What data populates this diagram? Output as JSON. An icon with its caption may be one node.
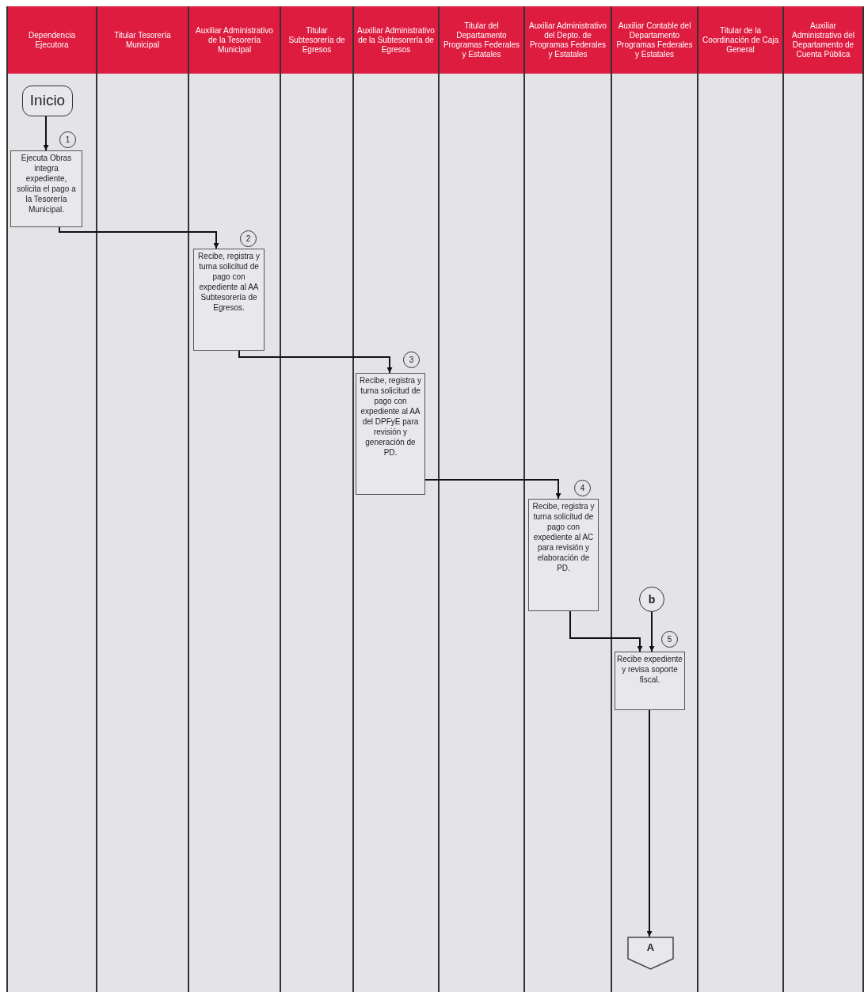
{
  "diagram": {
    "nodes": [
      {
        "text": [
          "Dependencia Ejecutora"
        ]
      },
      {
        "text": [
          "Titular Tesorería Municipal"
        ]
      },
      {
        "text": [
          "Auxiliar Administrativo de la Tesorería Municipal"
        ]
      },
      {
        "text": [
          "Titular Subtesorería de Egresos"
        ]
      },
      {
        "text": [
          "Auxiliar Administrativo de la Subtesorería de Egresos"
        ]
      },
      {
        "text": [
          "Titular del Departamento Programas Federales y Estatales"
        ]
      },
      {
        "text": [
          "Auxiliar Administrativo del Depto. de Programas Federales y Estatales"
        ]
      },
      {
        "text": [
          "Auxiliar Contable del Departamento Programas Federales y Estatales"
        ]
      },
      {
        "text": [
          "Titular de la Coordinación de Caja General"
        ]
      },
      {
        "text": [
          "Auxiliar Administrativo del Departamento de Cuenta Pública"
        ]
      },
      {
        "text": [
          "Inicio"
        ]
      },
      {
        "text": [
          "Ejecuta Obras integra expediente, solicita el pago a la Tesorería Municipal."
        ],
        "beside": [
          "1"
        ]
      },
      {
        "text": [
          "Recibe, registra y turna solicitud de pago con expediente al AA Subtesorería de Egresos."
        ],
        "beside": [
          "2"
        ]
      },
      {
        "text": [
          "Recibe, registra y turna solicitud de pago con expediente al AA del DPFyE para revisión y generación de PD."
        ],
        "beside": [
          "3"
        ]
      },
      {
        "text": [
          "Recibe, registra y turna solicitud de pago con expediente al AC para revisión y elaboración de PD."
        ],
        "beside": [
          "4"
        ]
      },
      {
        "text": [
          "b"
        ]
      },
      {
        "text": [
          "Recibe expediente y revisa soporte fiscal."
        ],
        "beside": [
          "5"
        ]
      },
      {
        "text": [
          "A"
        ]
      }
    ],
    "edges": [
      {
        "from": 10,
        "to": 11,
        "arrow": "to"
      },
      {
        "from": 11,
        "to": 12,
        "arrow": "to"
      },
      {
        "from": 12,
        "to": 13,
        "arrow": "to"
      },
      {
        "from": 13,
        "to": 14,
        "arrow": "to"
      },
      {
        "from": 14,
        "to": 16,
        "arrow": "to"
      },
      {
        "from": 15,
        "to": 16,
        "arrow": "to"
      },
      {
        "from": 16,
        "to": 17,
        "arrow": "to"
      }
    ]
  }
}
